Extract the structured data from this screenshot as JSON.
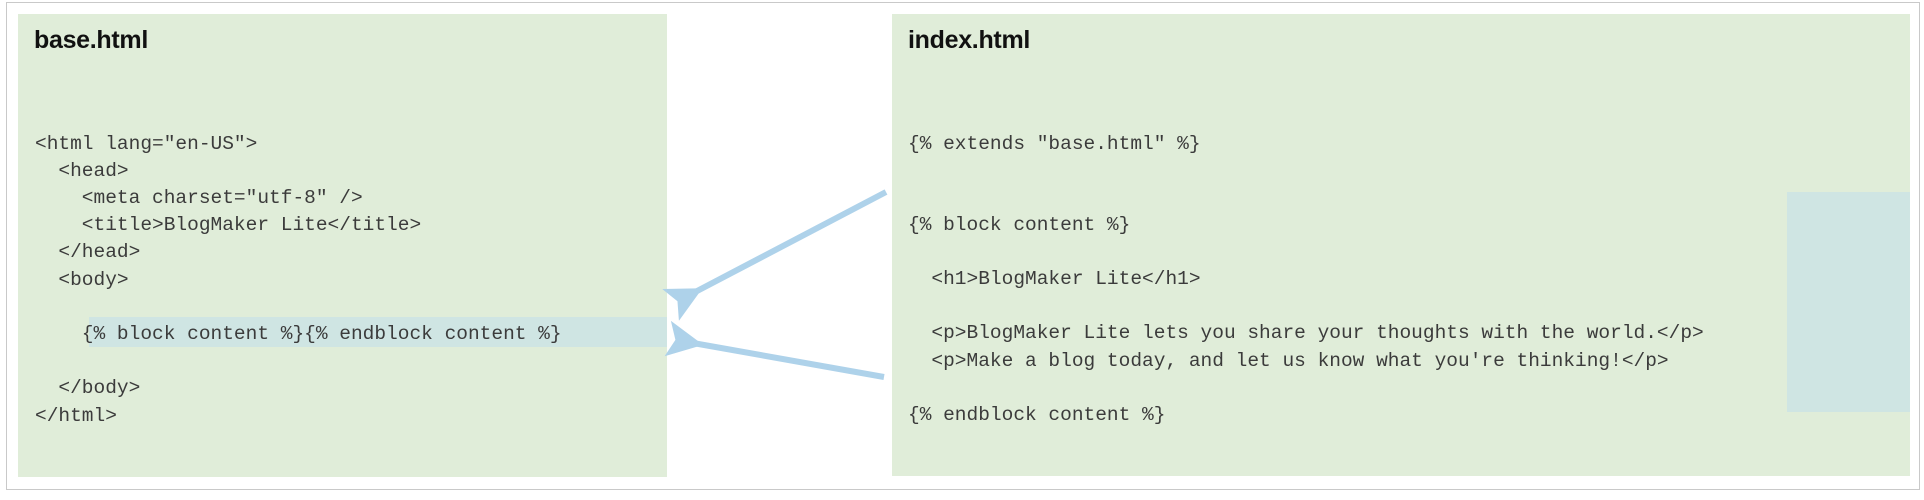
{
  "figure": {
    "kind": "django-template-inheritance-diagram",
    "background_color": "#ffffff",
    "frame_border_color": "#c9c9c9"
  },
  "colors": {
    "panel_background": "#e0edd9",
    "highlight_background": "#cfe5e3",
    "code_text": "#3b3b3b",
    "title_text": "#111111",
    "arrow": "#aed2ea"
  },
  "panels": {
    "base": {
      "title": "base.html",
      "code": "<html lang=\"en-US\">\n  <head>\n    <meta charset=\"utf-8\" />\n    <title>BlogMaker Lite</title>\n  </head>\n  <body>\n\n    {% block content %}{% endblock content %}\n\n  </body>\n</html>",
      "highlighted_line": "{% block content %}{% endblock content %}"
    },
    "index": {
      "title": "index.html",
      "code_before_block": "{% extends \"base.html\" %}",
      "code_block": "{% block content %}\n\n  <h1>BlogMaker Lite</h1>\n\n  <p>BlogMaker Lite lets you share your thoughts with the world.</p>\n  <p>Make a blog today, and let us know what you're thinking!</p>\n\n{% endblock content %}",
      "highlighted_lines": [
        "{% block content %}",
        "  <h1>BlogMaker Lite</h1>",
        "  <p>BlogMaker Lite lets you share your thoughts with the world.</p>",
        "  <p>Make a blog today, and let us know what you're thinking!</p>",
        "{% endblock content %}"
      ]
    }
  },
  "arrows": [
    {
      "name": "block-tag-arrow",
      "from": "index.html {% block content %}",
      "to": "base.html {% block content %}"
    },
    {
      "name": "endblock-tag-arrow",
      "from": "index.html {% endblock content %}",
      "to": "base.html {% endblock content %}"
    }
  ]
}
